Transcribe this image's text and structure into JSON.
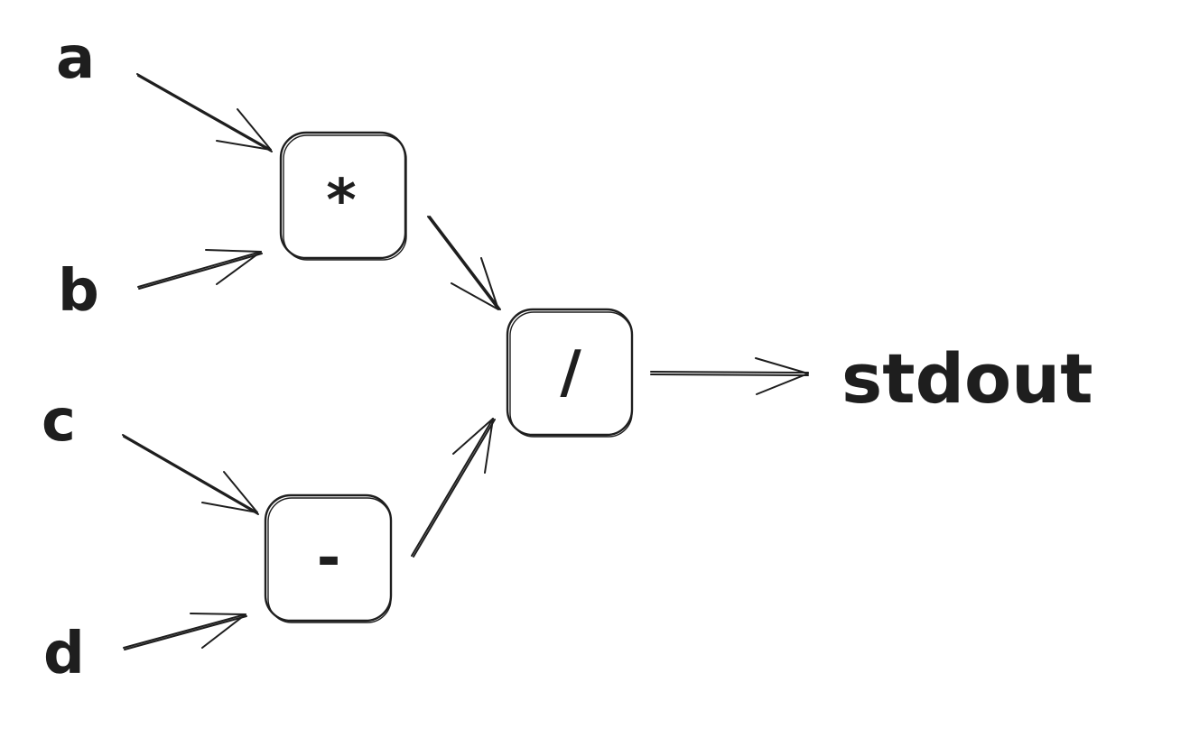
{
  "inputs": {
    "a": "a",
    "b": "b",
    "c": "c",
    "d": "d"
  },
  "operators": {
    "multiply": "*",
    "subtract": "-",
    "divide": "/"
  },
  "output": {
    "label": "stdout"
  },
  "colors": {
    "ink": "#1e1e1e",
    "background": "#ffffff"
  }
}
